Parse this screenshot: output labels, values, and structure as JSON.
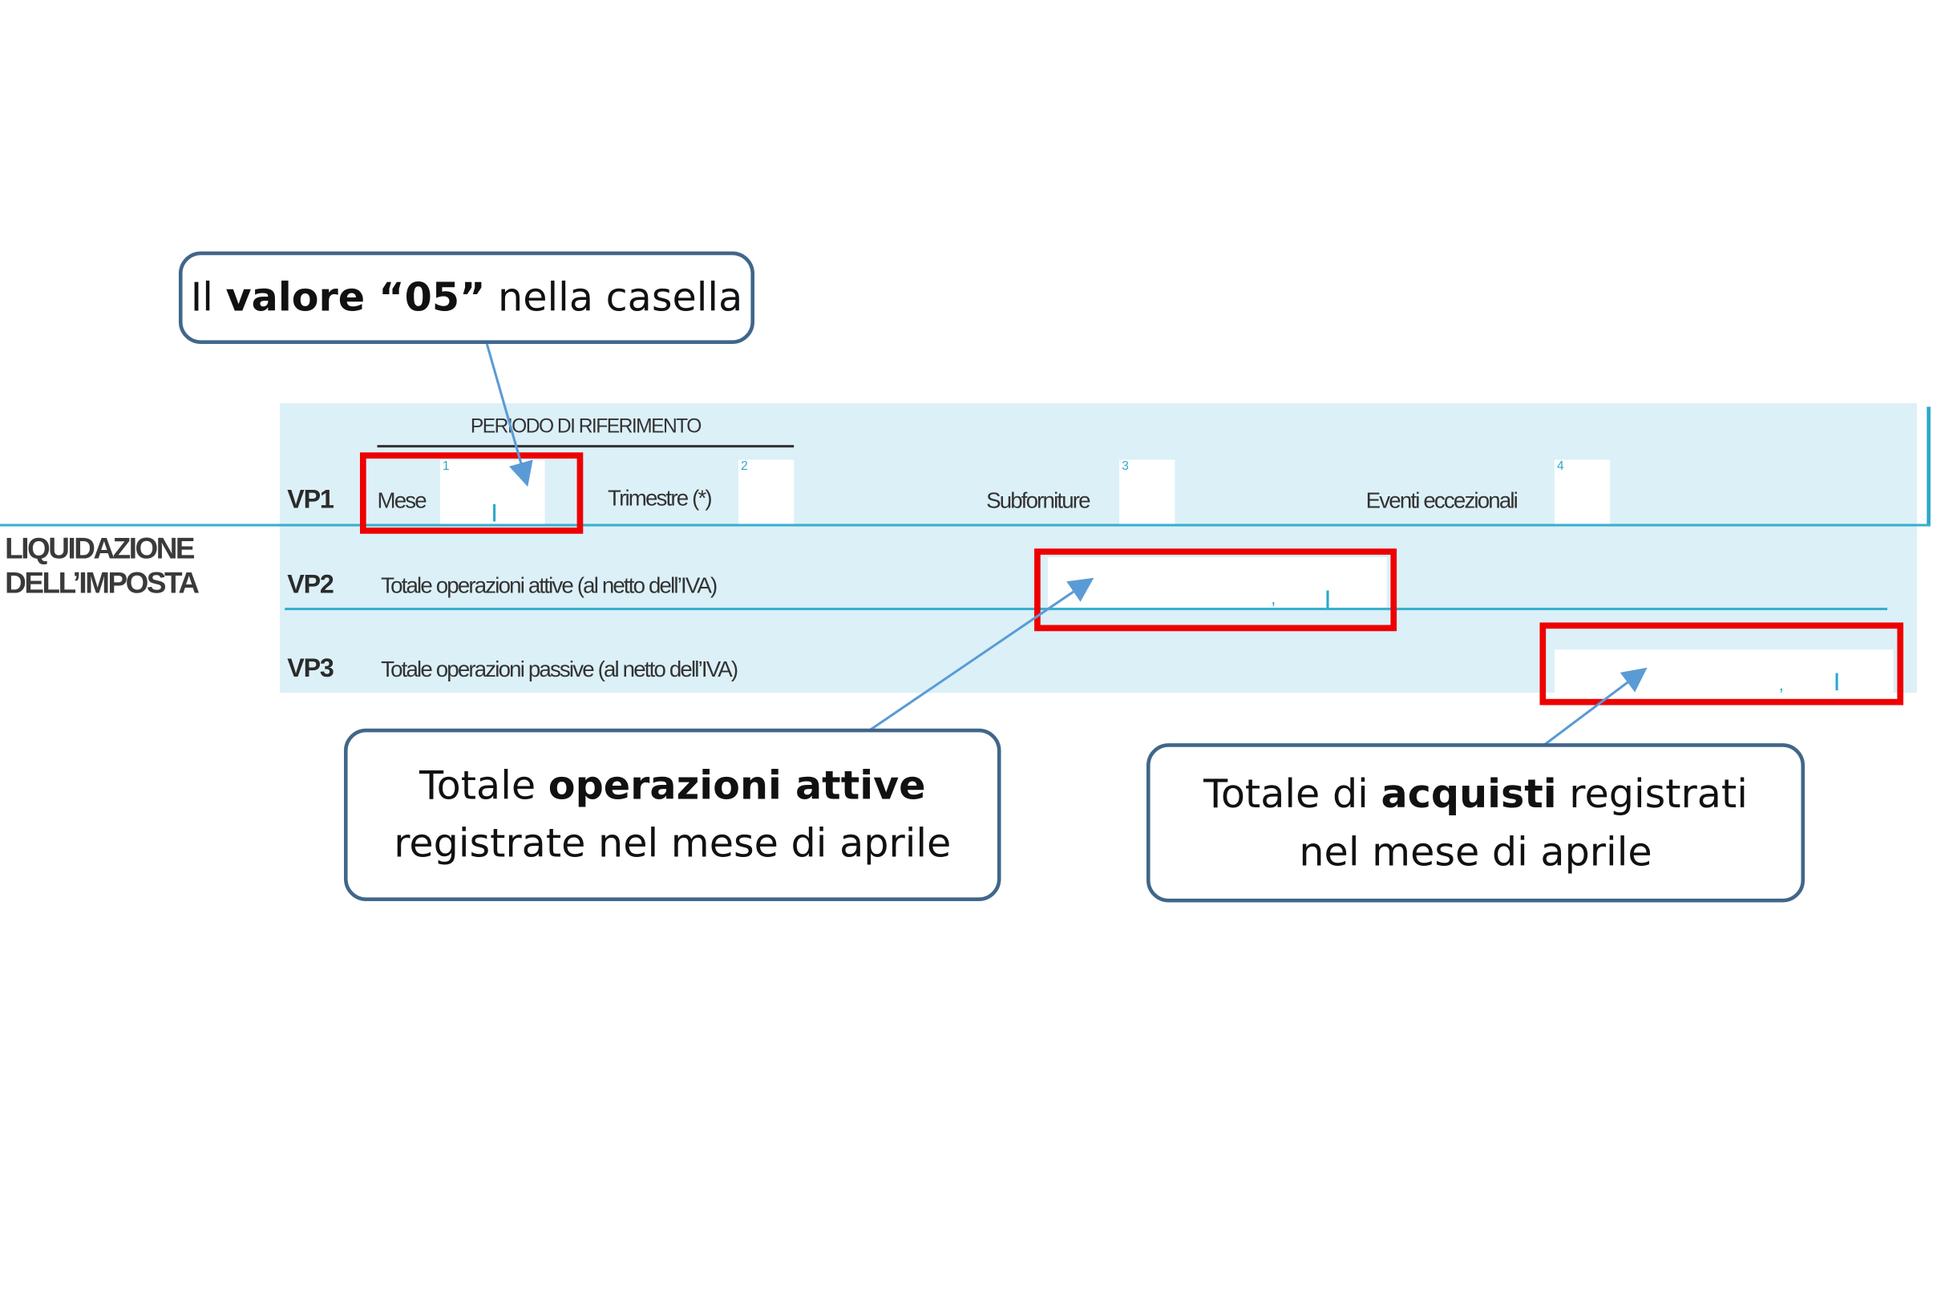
{
  "section_title": "LIQUIDAZIONE\nDELL’IMPOSTA",
  "period_header": "PERIODO DI RIFERIMENTO",
  "rows": {
    "vp1": {
      "code": "VP1",
      "fields": [
        {
          "label": "Mese",
          "num": "1"
        },
        {
          "label": "Trimestre (*)",
          "num": "2"
        },
        {
          "label": "Subforniture",
          "num": "3"
        },
        {
          "label": "Eventi eccezionali",
          "num": "4"
        }
      ]
    },
    "vp2": {
      "code": "VP2",
      "label": "Totale operazioni attive (al netto dell’IVA)"
    },
    "vp3": {
      "code": "VP3",
      "label": "Totale operazioni passive (al netto dell’IVA)"
    }
  },
  "callouts": {
    "mese": {
      "pre": "Il ",
      "bold": "valore “05”",
      "post": " nella casella"
    },
    "attive": {
      "pre": "Totale ",
      "bold": "operazioni attive",
      "post": "registrate nel mese di aprile"
    },
    "acquisti": {
      "pre": "Totale di ",
      "bold": "acquisti",
      "mid": " registrati",
      "post": "nel mese di aprile"
    }
  },
  "colors": {
    "form_background": "#dcf0f8",
    "form_line": "#36b0cf",
    "highlight": "#ee0000",
    "callout_border": "#41668a",
    "arrow": "#5b9bd5"
  }
}
